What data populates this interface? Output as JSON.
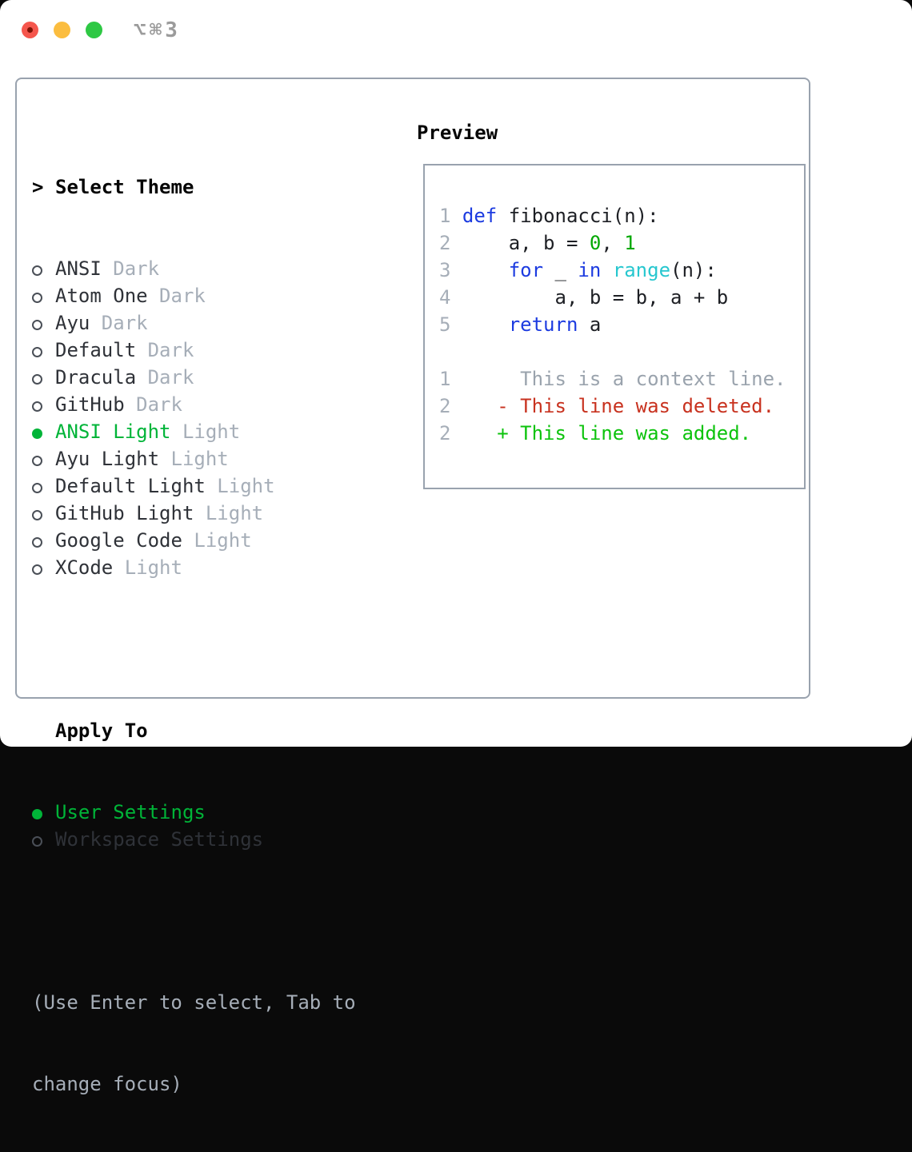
{
  "window": {
    "title": "⌥⌘3",
    "traffic_lights": [
      "close",
      "minimize",
      "zoom"
    ]
  },
  "theme_picker": {
    "header_prefix": ">",
    "header": "Select Theme",
    "items": [
      {
        "name": "ANSI",
        "variant": "Dark",
        "selected": false
      },
      {
        "name": "Atom One",
        "variant": "Dark",
        "selected": false
      },
      {
        "name": "Ayu",
        "variant": "Dark",
        "selected": false
      },
      {
        "name": "Default",
        "variant": "Dark",
        "selected": false
      },
      {
        "name": "Dracula",
        "variant": "Dark",
        "selected": false
      },
      {
        "name": "GitHub",
        "variant": "Dark",
        "selected": false
      },
      {
        "name": "ANSI Light",
        "variant": "Light",
        "selected": true
      },
      {
        "name": "Ayu Light",
        "variant": "Light",
        "selected": false
      },
      {
        "name": "Default Light",
        "variant": "Light",
        "selected": false
      },
      {
        "name": "GitHub Light",
        "variant": "Light",
        "selected": false
      },
      {
        "name": "Google Code",
        "variant": "Light",
        "selected": false
      },
      {
        "name": "XCode",
        "variant": "Light",
        "selected": false
      }
    ],
    "apply_to": {
      "header": "Apply To",
      "options": [
        {
          "label": "User Settings",
          "selected": true
        },
        {
          "label": "Workspace Settings",
          "selected": false
        }
      ]
    },
    "hint_lines": [
      "(Use Enter to select, Tab to",
      "change focus)"
    ]
  },
  "preview": {
    "title": "Preview",
    "code_lines": [
      {
        "num": "1",
        "segments": [
          {
            "text": "def",
            "color": "keyword"
          },
          {
            "text": " fibonacci(n):",
            "color": "default"
          }
        ]
      },
      {
        "num": "2",
        "segments": [
          {
            "text": "    a, b = ",
            "color": "default"
          },
          {
            "text": "0",
            "color": "number"
          },
          {
            "text": ", ",
            "color": "default"
          },
          {
            "text": "1",
            "color": "number"
          }
        ]
      },
      {
        "num": "3",
        "segments": [
          {
            "text": "    ",
            "color": "default"
          },
          {
            "text": "for",
            "color": "keyword"
          },
          {
            "text": " _ ",
            "color": "default"
          },
          {
            "text": "in",
            "color": "keyword"
          },
          {
            "text": " ",
            "color": "default"
          },
          {
            "text": "range",
            "color": "builtin"
          },
          {
            "text": "(n):",
            "color": "default"
          }
        ]
      },
      {
        "num": "4",
        "segments": [
          {
            "text": "        a, b = b, a + b",
            "color": "default"
          }
        ]
      },
      {
        "num": "5",
        "segments": [
          {
            "text": "    ",
            "color": "default"
          },
          {
            "text": "return",
            "color": "keyword"
          },
          {
            "text": " a",
            "color": "default"
          }
        ]
      }
    ],
    "diff_lines": [
      {
        "num": "1",
        "marker": " ",
        "text": "This is a context line.",
        "type": "context"
      },
      {
        "num": "2",
        "marker": "-",
        "text": "This line was deleted.",
        "type": "deleted"
      },
      {
        "num": "2",
        "marker": "+",
        "text": "This line was added.",
        "type": "added"
      }
    ]
  },
  "colors": {
    "selection_green": "#00b438",
    "added_green": "#0cc30c",
    "deleted_red": "#c8321f",
    "keyword_blue": "#1c3be0",
    "builtin_cyan": "#27c7cf",
    "number_green": "#00a800",
    "muted_gray": "#a6aeb8",
    "border_gray": "#99a2ae",
    "traffic_red": "#f5564d",
    "traffic_yellow": "#fbbd3f",
    "traffic_green": "#2ec844"
  }
}
